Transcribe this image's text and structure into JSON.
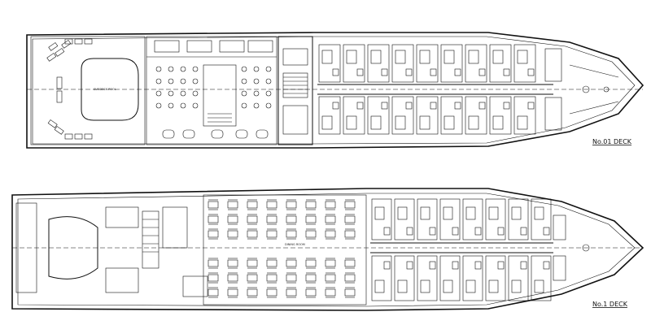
{
  "decks": [
    {
      "title": "No.01 DECK",
      "area_label": "SUNDECK POOL"
    },
    {
      "title": "No.1 DECK",
      "area_label": "DINING ROOM"
    }
  ]
}
